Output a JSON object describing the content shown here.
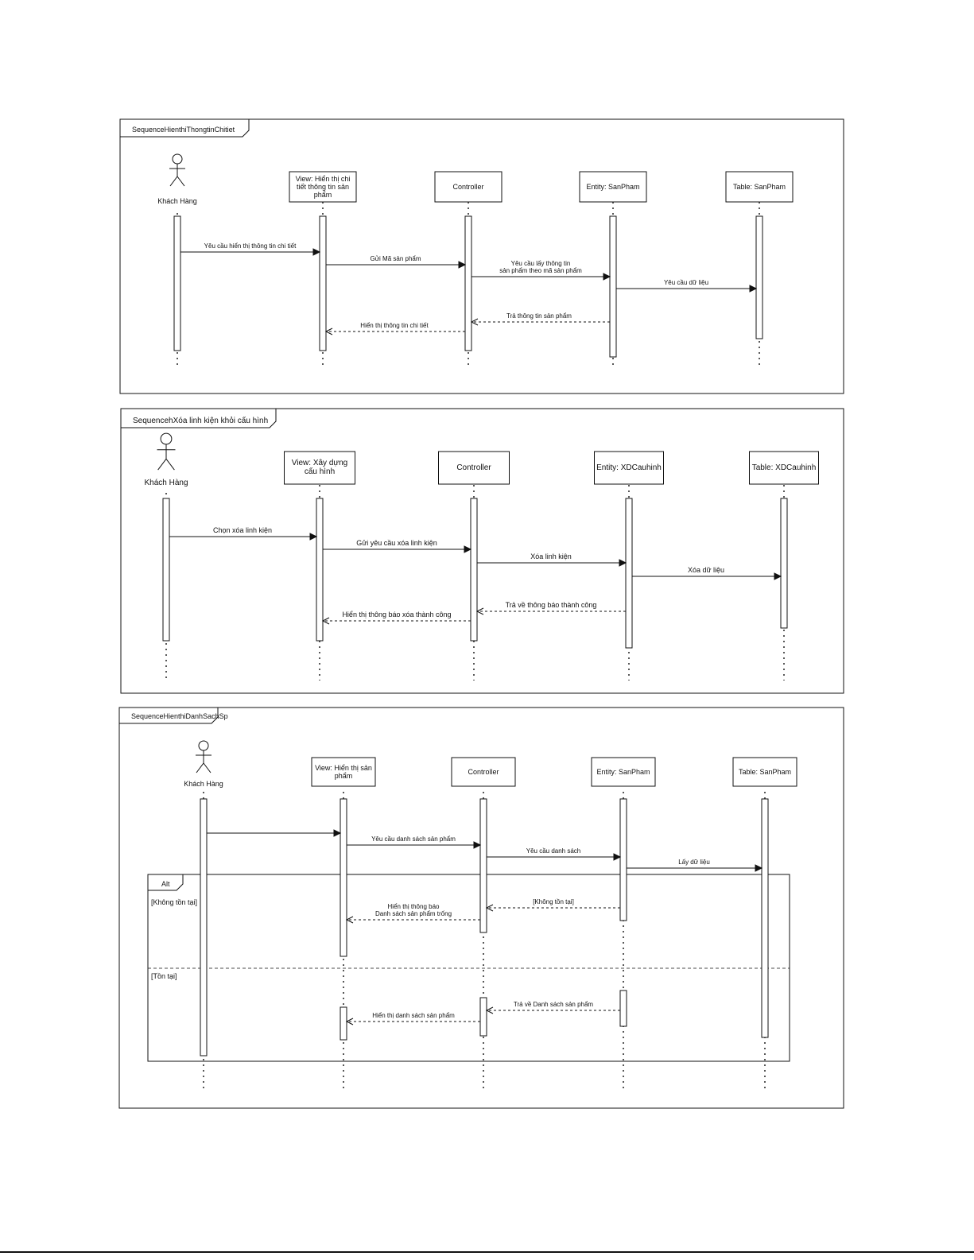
{
  "diagrams": [
    {
      "title": "SequenceHienthiThongtinChitiet",
      "actor": "Khách Hàng",
      "participants": [
        [
          "View: Hiển thị chi",
          "tiết thông tin sản",
          "phẩm"
        ],
        [
          "Controller"
        ],
        [
          "Entity: SanPham"
        ],
        [
          "Table: SanPham"
        ]
      ],
      "messages": [
        {
          "label": [
            "Yêu cầu hiển thị thông tin chi tiết"
          ],
          "type": "call"
        },
        {
          "label": [
            "Gửi Mã sản phẩm"
          ],
          "type": "call"
        },
        {
          "label": [
            "Yêu cầu lấy thông tin",
            "sản phẩm theo mã sản phẩm"
          ],
          "type": "call"
        },
        {
          "label": [
            "Yêu cầu dữ liệu"
          ],
          "type": "call"
        },
        {
          "label": [
            "Trả thông tin sản phẩm"
          ],
          "type": "return"
        },
        {
          "label": [
            "Hiển thị thông tin chi tiết"
          ],
          "type": "return"
        }
      ]
    },
    {
      "title": "SequencehXóa linh kiện khỏi cấu hình",
      "actor": "Khách Hàng",
      "participants": [
        [
          "View: Xây dựng",
          "cấu hình"
        ],
        [
          "Controller"
        ],
        [
          "Entity: XDCauhinh"
        ],
        [
          "Table: XDCauhinh"
        ]
      ],
      "messages": [
        {
          "label": [
            "Chọn xóa linh kiện"
          ],
          "type": "call"
        },
        {
          "label": [
            "Gửi yêu cầu xóa linh kiện"
          ],
          "type": "call"
        },
        {
          "label": [
            "Xóa linh kiện"
          ],
          "type": "call"
        },
        {
          "label": [
            "Xóa dữ liệu"
          ],
          "type": "call"
        },
        {
          "label": [
            "Trả về thông báo thành công"
          ],
          "type": "return"
        },
        {
          "label": [
            "Hiển thị thông báo xóa thành công"
          ],
          "type": "return"
        }
      ]
    },
    {
      "title": "SequenceHienthiDanhSachSp",
      "actor": "Khách Hàng",
      "participants": [
        [
          "View: Hiển thị sản",
          "phẩm"
        ],
        [
          "Controller"
        ],
        [
          "Entity: SanPham"
        ],
        [
          "Table: SanPham"
        ]
      ],
      "messages": [
        {
          "label": [],
          "type": "call"
        },
        {
          "label": [
            "Yêu cầu danh sách sản phẩm"
          ],
          "type": "call"
        },
        {
          "label": [
            "Yêu cầu danh sách"
          ],
          "type": "call"
        },
        {
          "label": [
            "Lấy dữ liệu"
          ],
          "type": "call"
        },
        {
          "label": [
            "[Không tồn tại]"
          ],
          "type": "return"
        },
        {
          "label": [
            "Hiển thị thông báo",
            "Danh sách sản phẩm trống"
          ],
          "type": "return"
        },
        {
          "label": [
            "Trả về Danh sách sản phẩm"
          ],
          "type": "return"
        },
        {
          "label": [
            "Hiển thị danh sách sản phẩm"
          ],
          "type": "return"
        }
      ],
      "alt": {
        "label": "Alt",
        "guards": [
          "[Không tồn tại]",
          "[Tồn tại]"
        ]
      }
    }
  ]
}
